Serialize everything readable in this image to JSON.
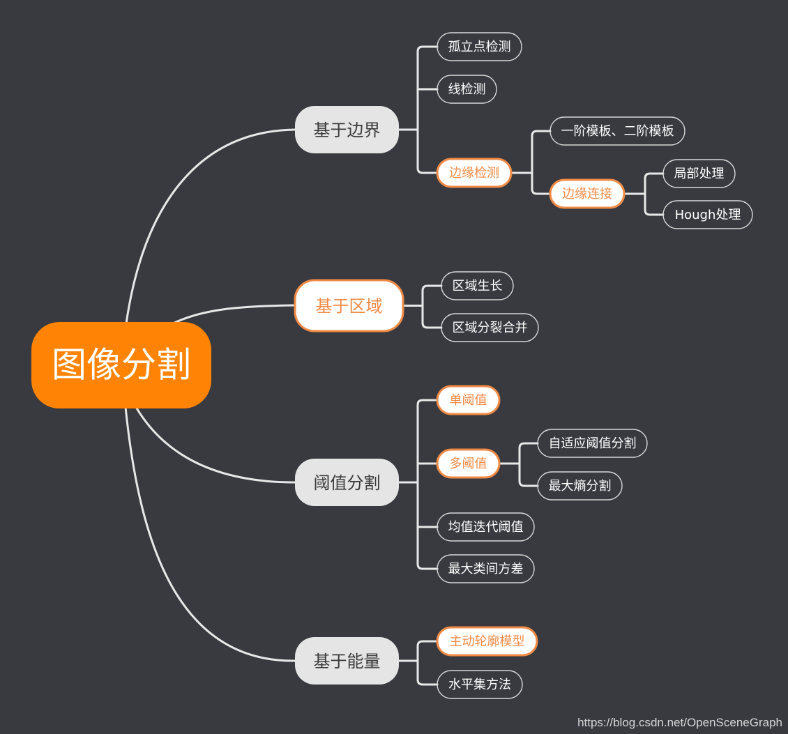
{
  "colors": {
    "background": "#383a3f",
    "root_fill": "#ff8405",
    "root_text": "#ffffff",
    "branch_fill": "#e5e5e5",
    "branch_text": "#3a3a3a",
    "accent": "#f08a45",
    "line": "#e8e8e8",
    "leaf_border": "#d8d8d8",
    "leaf_text": "#ffffff"
  },
  "root": {
    "label": "图像分割"
  },
  "branches": [
    {
      "id": "edge",
      "label": "基于边界",
      "highlight": false,
      "children": [
        {
          "label": "孤立点检测"
        },
        {
          "label": "线检测"
        },
        {
          "label": "边缘检测",
          "highlight": true,
          "children": [
            {
              "label": "一阶模板、二阶模板"
            },
            {
              "label": "边缘连接",
              "highlight": true,
              "children": [
                {
                  "label": "局部处理"
                },
                {
                  "label": "Hough处理"
                }
              ]
            }
          ]
        }
      ]
    },
    {
      "id": "region",
      "label": "基于区域",
      "highlight": true,
      "children": [
        {
          "label": "区域生长"
        },
        {
          "label": "区域分裂合并"
        }
      ]
    },
    {
      "id": "threshold",
      "label": "阈值分割",
      "highlight": false,
      "children": [
        {
          "label": "单阈值",
          "highlight": true
        },
        {
          "label": "多阈值",
          "highlight": true,
          "children": [
            {
              "label": "自适应阈值分割"
            },
            {
              "label": "最大熵分割"
            }
          ]
        },
        {
          "label": "均值迭代阈值"
        },
        {
          "label": "最大类间方差"
        }
      ]
    },
    {
      "id": "energy",
      "label": "基于能量",
      "highlight": false,
      "children": [
        {
          "label": "主动轮廓模型",
          "highlight": true
        },
        {
          "label": "水平集方法"
        }
      ]
    }
  ],
  "watermark": "https://blog.csdn.net/OpenSceneGraph"
}
